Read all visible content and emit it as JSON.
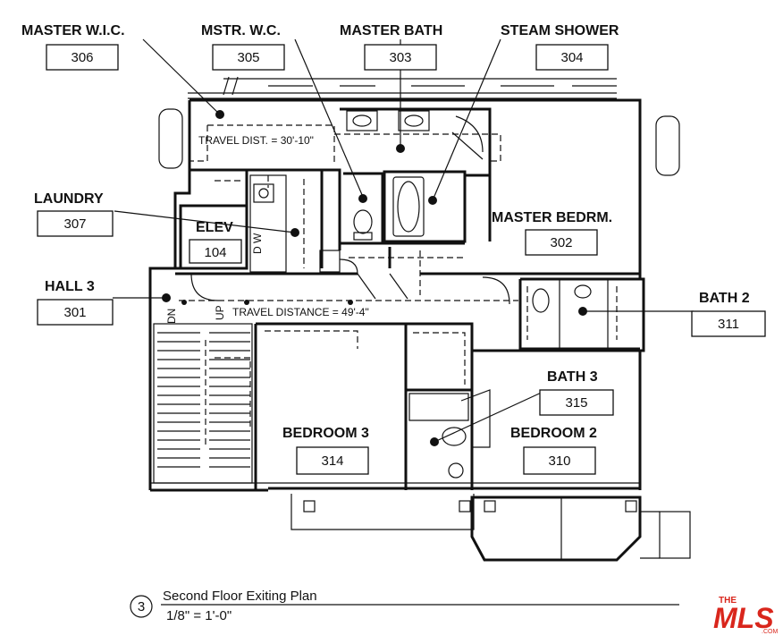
{
  "rooms": {
    "master_wic": {
      "label": "MASTER W.I.C.",
      "number": "306"
    },
    "mstr_wc": {
      "label": "MSTR. W.C.",
      "number": "305"
    },
    "master_bath": {
      "label": "MASTER BATH",
      "number": "303"
    },
    "steam_shower": {
      "label": "STEAM SHOWER",
      "number": "304"
    },
    "laundry": {
      "label": "LAUNDRY",
      "number": "307"
    },
    "elev": {
      "label": "ELEV",
      "number": "104"
    },
    "master_bedrm": {
      "label": "MASTER BEDRM.",
      "number": "302"
    },
    "hall_3": {
      "label": "HALL 3",
      "number": "301"
    },
    "bath_2": {
      "label": "BATH 2",
      "number": "311"
    },
    "bath_3": {
      "label": "BATH 3",
      "number": "315"
    },
    "bedroom_3": {
      "label": "BEDROOM 3",
      "number": "314"
    },
    "bedroom_2": {
      "label": "BEDROOM 2",
      "number": "310"
    }
  },
  "annotations": {
    "travel_dist_1": "TRAVEL DIST. = 30'-10\"",
    "travel_dist_2": "TRAVEL DISTANCE = 49'-4\"",
    "stair_dn": "DN",
    "stair_up": "UP"
  },
  "title_block": {
    "number": "3",
    "title": "Second Floor Exiting Plan",
    "scale": "1/8\" = 1'-0\""
  },
  "logo": {
    "the": "THE",
    "mls": "MLS",
    "com": ".COM",
    "color": "#d9261c"
  }
}
